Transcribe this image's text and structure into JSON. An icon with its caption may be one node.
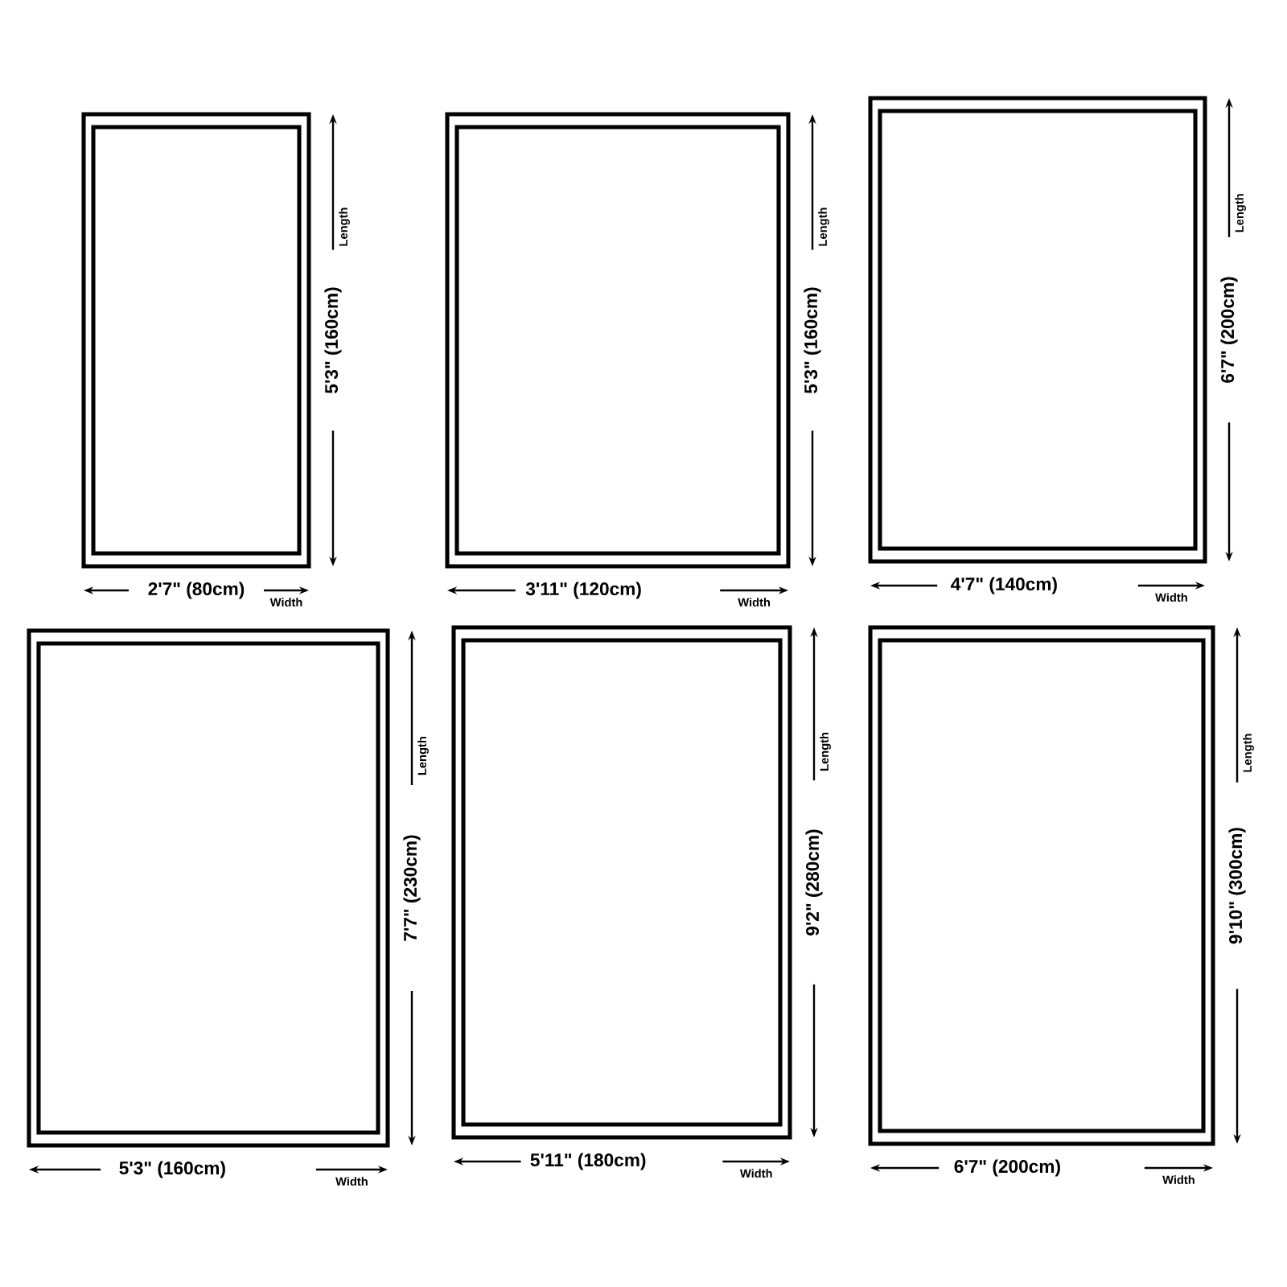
{
  "diagram": {
    "labels": [
      "Length",
      "5'3\" (160cm)",
      "2'7\" (80cm)",
      "Width",
      "Length",
      "5'3\" (160cm)",
      "3'11\" (120cm)",
      "Width",
      "Length",
      "6'7\" (200cm)",
      "4'7\" (140cm)",
      "Width",
      "Length",
      "7'7\" (230cm)",
      "5'3\" (160cm)",
      "Width",
      "Length",
      "9'2\" (280cm)",
      "5'11\" (180cm)",
      "Width",
      "Length",
      "9'10\" (300cm)",
      "6'7\" (200cm)",
      "Width"
    ]
  }
}
